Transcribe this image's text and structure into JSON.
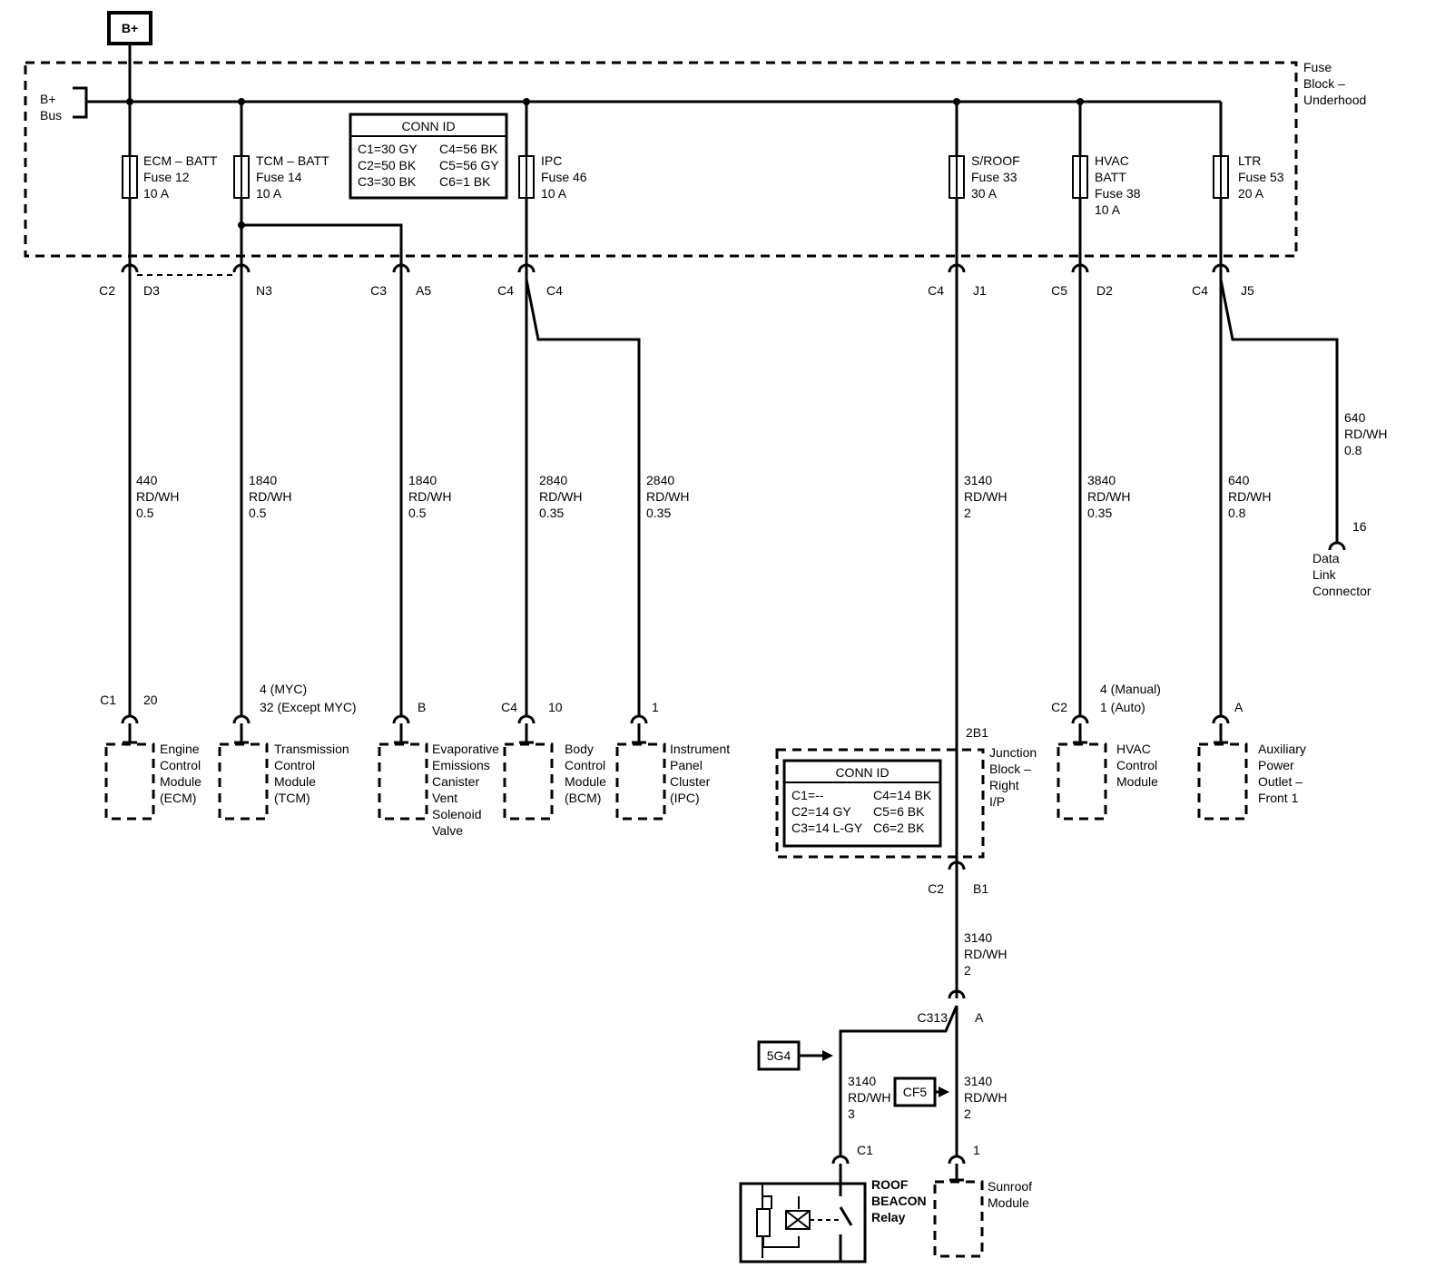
{
  "source": {
    "label": "B+"
  },
  "fuse_block": {
    "title": [
      "Fuse",
      "Block –",
      "Underhood"
    ],
    "bus_label": [
      "B+",
      "Bus"
    ]
  },
  "conn_id_top": {
    "title": "CONN ID",
    "left": [
      "C1=30 GY",
      "C2=50 BK",
      "C3=30 BK"
    ],
    "right": [
      "C4=56 BK",
      "C5=56 GY",
      "C6=1 BK"
    ]
  },
  "fuses": [
    {
      "name": "ECM – BATT",
      "fuse": "Fuse 12",
      "rating": "10 A"
    },
    {
      "name": "TCM – BATT",
      "fuse": "Fuse 14",
      "rating": "10 A"
    },
    {
      "name": "IPC",
      "fuse": "Fuse 46",
      "rating": "10 A"
    },
    {
      "name": "S/ROOF",
      "fuse": "Fuse 33",
      "rating": "30 A"
    },
    {
      "name": "HVAC",
      "name2": "BATT",
      "fuse": "Fuse 38",
      "rating": "10 A"
    },
    {
      "name": "LTR",
      "fuse": "Fuse 53",
      "rating": "20 A"
    }
  ],
  "fuse_connectors": [
    {
      "conn": "C2",
      "pin": "D3"
    },
    {
      "conn": "",
      "pin": "N3"
    },
    {
      "conn": "C3",
      "pin": "A5"
    },
    {
      "conn": "C4",
      "pin": "C4"
    },
    {
      "conn": "C4",
      "pin": "J1"
    },
    {
      "conn": "C5",
      "pin": "D2"
    },
    {
      "conn": "C4",
      "pin": "J5"
    }
  ],
  "wires": [
    {
      "circuit": "440",
      "color": "RD/WH",
      "size": "0.5"
    },
    {
      "circuit": "1840",
      "color": "RD/WH",
      "size": "0.5"
    },
    {
      "circuit": "1840",
      "color": "RD/WH",
      "size": "0.5"
    },
    {
      "circuit": "2840",
      "color": "RD/WH",
      "size": "0.35"
    },
    {
      "circuit": "2840",
      "color": "RD/WH",
      "size": "0.35"
    },
    {
      "circuit": "3140",
      "color": "RD/WH",
      "size": "2"
    },
    {
      "circuit": "3840",
      "color": "RD/WH",
      "size": "0.35"
    },
    {
      "circuit": "640",
      "color": "RD/WH",
      "size": "0.8"
    },
    {
      "circuit": "640",
      "color": "RD/WH",
      "size": "0.8"
    },
    {
      "circuit": "3140",
      "color": "RD/WH",
      "size": "2"
    },
    {
      "circuit": "3140",
      "color": "RD/WH",
      "size": "3"
    },
    {
      "circuit": "3140",
      "color": "RD/WH",
      "size": "2"
    }
  ],
  "modules": [
    {
      "conn": "C1",
      "pin": "20",
      "lines": [
        "Engine",
        "Control",
        "Module",
        "(ECM)"
      ]
    },
    {
      "conn": "",
      "pin": "4 (MYC)",
      "pin2": "32 (Except MYC)",
      "lines": [
        "Transmission",
        "Control",
        "Module",
        "(TCM)"
      ]
    },
    {
      "conn": "",
      "pin": "B",
      "lines": [
        "Evaporative",
        "Emissions",
        "Canister",
        "Vent",
        "Solenoid",
        "Valve"
      ]
    },
    {
      "conn": "C4",
      "pin": "10",
      "lines": [
        "Body",
        "Control",
        "Module",
        "(BCM)"
      ]
    },
    {
      "conn": "",
      "pin": "1",
      "lines": [
        "Instrument",
        "Panel",
        "Cluster",
        "(IPC)"
      ]
    },
    {
      "conn": "C2",
      "pin": "4 (Manual)",
      "pin2": "1 (Auto)",
      "lines": [
        "HVAC",
        "Control",
        "Module"
      ]
    },
    {
      "conn": "",
      "pin": "A",
      "lines": [
        "Auxiliary",
        "Power",
        "Outlet –",
        "Front 1"
      ]
    }
  ],
  "data_link": {
    "pin": "16",
    "lines": [
      "Data",
      "Link",
      "Connector"
    ]
  },
  "junction_block": {
    "pin_in": "2B1",
    "lines": [
      "Junction",
      "Block –",
      "Right",
      "I/P"
    ],
    "conn_id_title": "CONN ID",
    "left": [
      "C1=--",
      "C2=14 GY",
      "C3=14 L-GY"
    ],
    "right": [
      "C4=14 BK",
      "C5=6 BK",
      "C6=2 BK"
    ],
    "out_conn": "C2",
    "out_pin": "B1"
  },
  "splice": {
    "conn": "C313",
    "pin": "A"
  },
  "refs": {
    "left": "5G4",
    "right": "CF5"
  },
  "roof_relay": {
    "conn": "C1",
    "lines": [
      "ROOF",
      "BEACON",
      "Relay"
    ]
  },
  "sunroof": {
    "pin": "1",
    "lines": [
      "Sunroof",
      "Module"
    ]
  }
}
